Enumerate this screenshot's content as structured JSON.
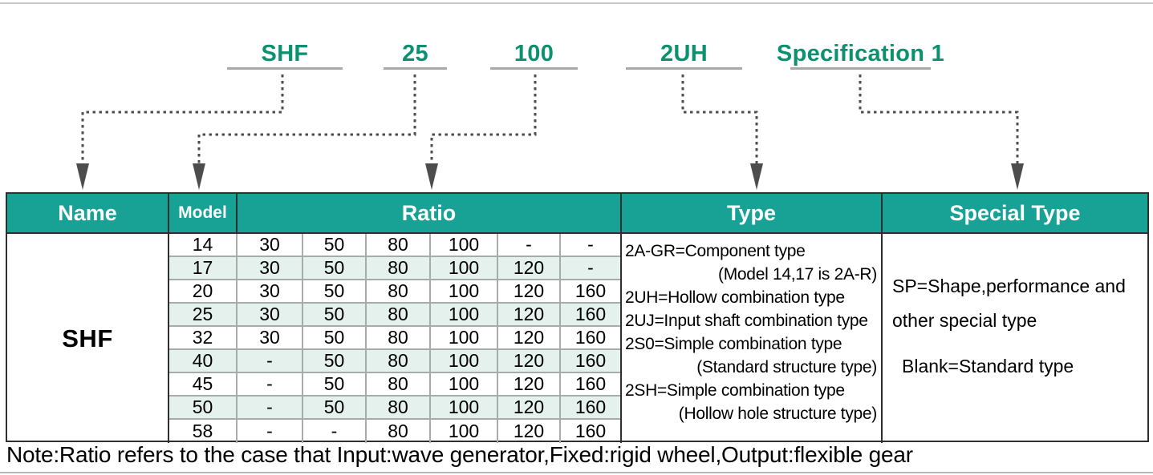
{
  "diagram": {
    "labels": [
      {
        "text": "SHF"
      },
      {
        "text": "25"
      },
      {
        "text": "100"
      },
      {
        "text": "2UH"
      },
      {
        "text": "Specification 1"
      }
    ]
  },
  "colors": {
    "header_bg": "#17a295",
    "label_green": "#0b9170",
    "row_alt_bg": "#e4f1ed",
    "connector_gray": "#4d4d4d"
  },
  "table": {
    "headers": {
      "name": "Name",
      "model": "Model",
      "ratio": "Ratio",
      "type": "Type",
      "special_type": "Special Type"
    },
    "name_value": "SHF",
    "rows": [
      {
        "model": "14",
        "ratios": [
          "30",
          "50",
          "80",
          "100",
          "-",
          "-"
        ]
      },
      {
        "model": "17",
        "ratios": [
          "30",
          "50",
          "80",
          "100",
          "120",
          "-"
        ]
      },
      {
        "model": "20",
        "ratios": [
          "30",
          "50",
          "80",
          "100",
          "120",
          "160"
        ]
      },
      {
        "model": "25",
        "ratios": [
          "30",
          "50",
          "80",
          "100",
          "120",
          "160"
        ]
      },
      {
        "model": "32",
        "ratios": [
          "30",
          "50",
          "80",
          "100",
          "120",
          "160"
        ]
      },
      {
        "model": "40",
        "ratios": [
          "-",
          "50",
          "80",
          "100",
          "120",
          "160"
        ]
      },
      {
        "model": "45",
        "ratios": [
          "-",
          "50",
          "80",
          "100",
          "120",
          "160"
        ]
      },
      {
        "model": "50",
        "ratios": [
          "-",
          "50",
          "80",
          "100",
          "120",
          "160"
        ]
      },
      {
        "model": "58",
        "ratios": [
          "-",
          "-",
          "80",
          "100",
          "120",
          "160"
        ]
      }
    ],
    "type_lines": [
      {
        "text": "2A-GR=Component type",
        "align": "left"
      },
      {
        "text": "(Model 14,17 is 2A-R)",
        "align": "right"
      },
      {
        "text": "2UH=Hollow combination type",
        "align": "left"
      },
      {
        "text": "2UJ=Input shaft combination type",
        "align": "left"
      },
      {
        "text": "2S0=Simple combination type",
        "align": "left"
      },
      {
        "text": "(Standard structure type)",
        "align": "right"
      },
      {
        "text": "2SH=Simple combination type",
        "align": "left"
      },
      {
        "text": "(Hollow hole structure type)",
        "align": "right"
      }
    ],
    "special_lines": [
      "SP=Shape,performance and",
      "other special type",
      "Blank=Standard type"
    ]
  },
  "note": "Note:Ratio refers to the case that Input:wave generator,Fixed:rigid wheel,Output:flexible gear"
}
